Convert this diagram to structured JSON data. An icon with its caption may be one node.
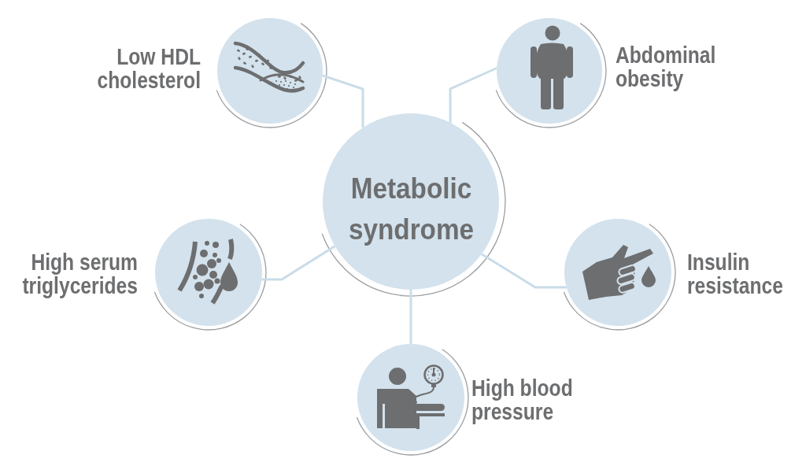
{
  "diagram": {
    "nodes": [
      {
        "text": [
          "Low HDL cholesterol"
        ]
      },
      {
        "text": [
          "Abdominal obesity"
        ]
      },
      {
        "text": [
          "Metabolic syndrome"
        ]
      },
      {
        "text": [
          "High serum triglycerides"
        ]
      },
      {
        "text": [
          "Insulin resistance"
        ]
      },
      {
        "text": [
          "High blood pressure"
        ]
      }
    ],
    "edges": [
      {
        "from": 2,
        "to": 0,
        "arrow": "none"
      },
      {
        "from": 2,
        "to": 1,
        "arrow": "none"
      },
      {
        "from": 2,
        "to": 3,
        "arrow": "none"
      },
      {
        "from": 2,
        "to": 4,
        "arrow": "none"
      },
      {
        "from": 2,
        "to": 5,
        "arrow": "none"
      }
    ]
  }
}
